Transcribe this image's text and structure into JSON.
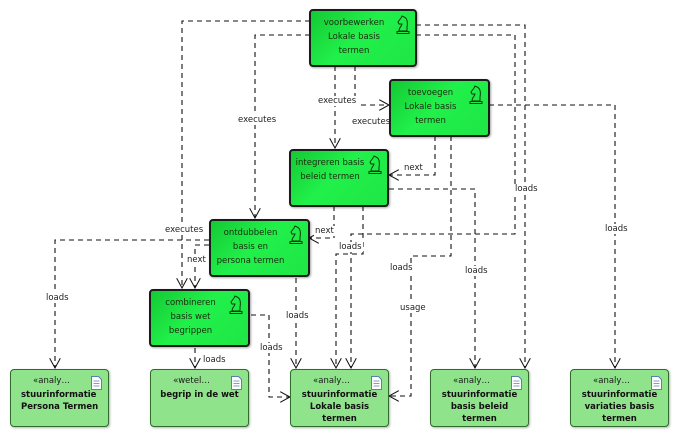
{
  "diagram": {
    "type": "activity-dependency",
    "activities": [
      {
        "id": "a1",
        "label": "voorbewerken Lokale basis termen",
        "icon": "chess-knight-icon"
      },
      {
        "id": "a2",
        "label": "toevoegen Lokale basis termen",
        "icon": "chess-knight-icon"
      },
      {
        "id": "a3",
        "label": "integreren basis beleid termen",
        "icon": "chess-knight-icon"
      },
      {
        "id": "a4",
        "label": "ontdubbelen basis en persona termen",
        "icon": "chess-knight-icon"
      },
      {
        "id": "a5",
        "label": "combineren basis wet begrippen",
        "icon": "chess-knight-icon"
      }
    ],
    "artifacts": [
      {
        "id": "d1",
        "stereotype": "«analy…",
        "label": "stuurinformatie Persona Termen",
        "icon": "document-icon"
      },
      {
        "id": "d2",
        "stereotype": "«wetel…",
        "label": "begrip in de wet",
        "icon": "document-icon"
      },
      {
        "id": "d3",
        "stereotype": "«analy…",
        "label": "stuurinformatie Lokale basis termen",
        "icon": "document-icon"
      },
      {
        "id": "d4",
        "stereotype": "«analy…",
        "label": "stuurinformatie basis beleid termen",
        "icon": "document-icon"
      },
      {
        "id": "d5",
        "stereotype": "«analy…",
        "label": "stuurinformatie variaties basis termen",
        "icon": "document-icon"
      }
    ],
    "edge_labels": {
      "executes": "executes",
      "next": "next",
      "loads": "loads",
      "usage": "usage"
    },
    "connections": [
      {
        "from": "a1",
        "to": "a2",
        "label": "executes"
      },
      {
        "from": "a1",
        "to": "a3",
        "label": "executes"
      },
      {
        "from": "a1",
        "to": "a4",
        "label": "executes"
      },
      {
        "from": "a1",
        "to": "a5",
        "label": "executes"
      },
      {
        "from": "a1",
        "to": "d3",
        "label": "loads"
      },
      {
        "from": "a1",
        "to": "d4",
        "label": "loads"
      },
      {
        "from": "a2",
        "to": "a3",
        "label": "next"
      },
      {
        "from": "a2",
        "to": "d5",
        "label": "loads"
      },
      {
        "from": "a2",
        "to": "d3",
        "label": "usage"
      },
      {
        "from": "a3",
        "to": "a4",
        "label": "next"
      },
      {
        "from": "a3",
        "to": "d3",
        "label": "loads"
      },
      {
        "from": "a3",
        "to": "d4",
        "label": "loads"
      },
      {
        "from": "a4",
        "to": "a5",
        "label": "next"
      },
      {
        "from": "a4",
        "to": "d1",
        "label": "loads"
      },
      {
        "from": "a4",
        "to": "d3",
        "label": "loads"
      },
      {
        "from": "a5",
        "to": "d2",
        "label": "loads"
      },
      {
        "from": "a5",
        "to": "d3",
        "label": "loads"
      }
    ]
  }
}
